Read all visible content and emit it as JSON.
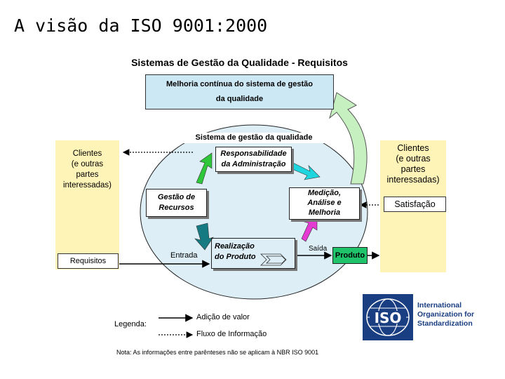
{
  "slide_title": "A visão da ISO 9001:2000",
  "diagram_title": "Sistemas de Gestão da Qualidade - Requisitos",
  "melhoria": {
    "line1": "Melhoria contínua do sistema de gestão",
    "line2": "da qualidade"
  },
  "sistema_label": "Sistema de gestão da qualidade",
  "clientes_left": {
    "l1": "Clientes",
    "l2": "(e outras",
    "l3": "partes",
    "l4": "interessadas)"
  },
  "clientes_right": {
    "l1": "Clientes",
    "l2": "(e outras",
    "l3": "partes",
    "l4": "interessadas)"
  },
  "requisitos": "Requisitos",
  "satisfacao": "Satisfação",
  "responsabilidade": {
    "l1": "Responsabilidade",
    "l2": "da Administração"
  },
  "gestao": {
    "l1": "Gestão de",
    "l2": "Recursos"
  },
  "medicao": {
    "l1": "Medição,",
    "l2": "Análise e",
    "l3": "Melhoria"
  },
  "realizacao": {
    "l1": "Realização",
    "l2": "do Produto"
  },
  "entrada": "Entrada",
  "saida": "Saída",
  "produto": "Produto",
  "legend": {
    "title": "Legenda:",
    "value_add": "Adição de valor",
    "info_flow": "Fluxo de Informação"
  },
  "note": "Nota: As informações entre parênteses não se aplicam à NBR ISO 9001",
  "iso": {
    "acronym": "ISO",
    "line1": "International",
    "line2": "Organization for",
    "line3": "Standardization"
  },
  "colors": {
    "ellipse": "#ddeef6",
    "clientes": "#fff4b8",
    "produto": "#1fc46a",
    "melhoria": "#cde8f5",
    "arrow_green": "#2ec73a",
    "arrow_cyan": "#1fd6de",
    "arrow_teal": "#157a82",
    "arrow_magenta": "#e63bd3",
    "big_arrow": "#c6f0c0",
    "iso_blue": "#1a3e82"
  }
}
